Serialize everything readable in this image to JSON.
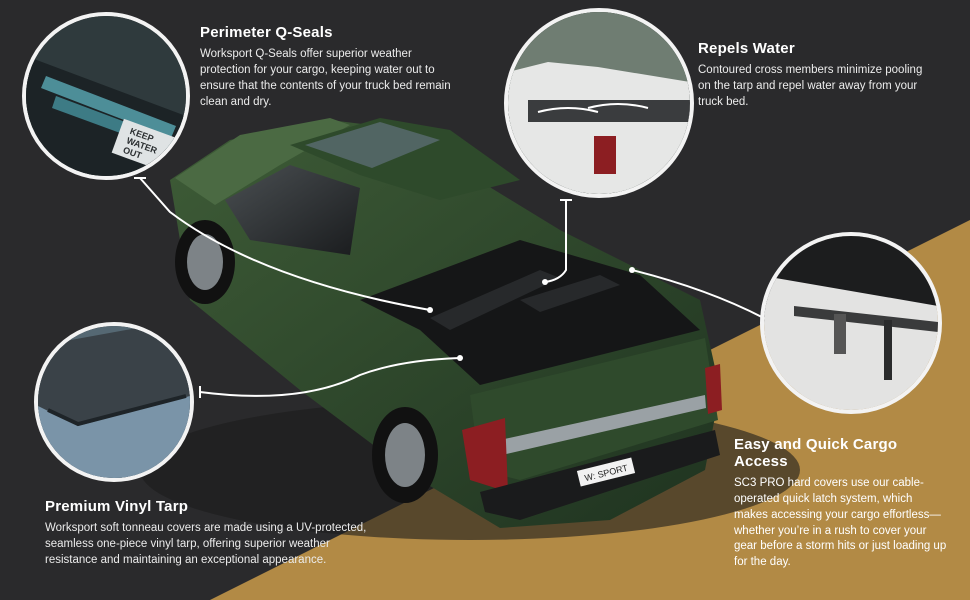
{
  "features": {
    "seals": {
      "title": "Perimeter Q-Seals",
      "body": "Worksport Q-Seals offer superior weather protection for your cargo, keeping water out to ensure that the contents of your truck bed remain clean and dry.",
      "image_label_1": "KEEP",
      "image_label_2": "WATER",
      "image_label_3": "OUT"
    },
    "water": {
      "title": "Repels Water",
      "body": "Contoured cross members minimize pooling on the tarp and repel water away from your truck bed."
    },
    "vinyl": {
      "title": "Premium Vinyl Tarp",
      "body": "Worksport soft tonneau covers are made using a UV-protected, seamless one-piece vinyl tarp, offering superior weather resistance and maintaining an exceptional appearance."
    },
    "cargo": {
      "title": "Easy and Quick Cargo Access",
      "body": "SC3 PRO hard covers use our cable-operated quick latch system, which makes accessing your cargo effortless—whether you’re in a rush to cover your gear before a storm hits or just loading up for the day."
    }
  },
  "truck": {
    "plate": "W: SPORT"
  },
  "colors": {
    "background": "#2a2a2c",
    "accent_gold": "#b28a45",
    "truck_green": "#2f4a2c"
  }
}
